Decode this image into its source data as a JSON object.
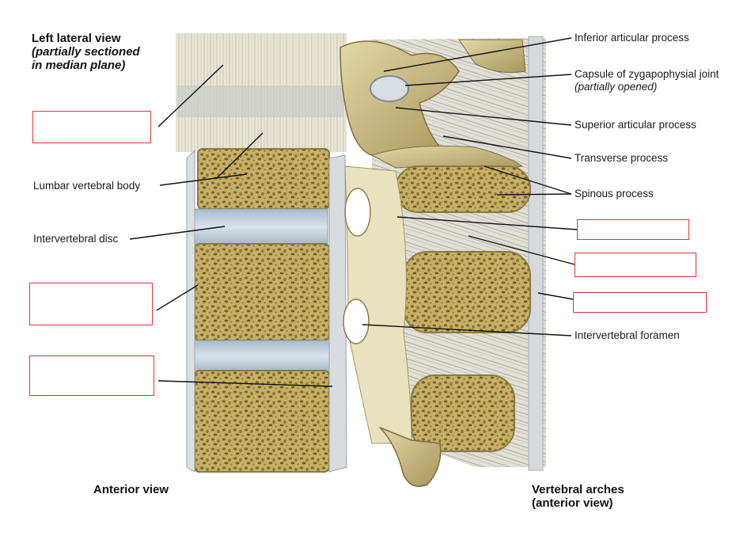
{
  "headings": {
    "left_title": "Left lateral view",
    "left_sub1": "(partially sectioned",
    "left_sub2": "in median plane)",
    "anterior": "Anterior view",
    "arches1": "Vertebral arches",
    "arches2": "(anterior view)"
  },
  "labels": {
    "inferior_articular": "Inferior articular process",
    "capsule": "Capsule of zygapophysial joint",
    "capsule_note": "(partially opened)",
    "superior_articular": "Superior articular process",
    "transverse": "Transverse process",
    "spinous": "Spinous process",
    "lumbar_body": "Lumbar vertebral body",
    "ivd": "Intervertebral disc",
    "iv_foramen": "Intervertebral foramen"
  },
  "blank_answer_boxes": [
    "",
    "",
    "",
    "",
    "",
    ""
  ],
  "colors": {
    "bone": "#c9b77a",
    "cancellous": "#8a7432",
    "disc": "#b7c6d2",
    "ligament": "#e6e2cc",
    "box_border": "#e03434"
  }
}
